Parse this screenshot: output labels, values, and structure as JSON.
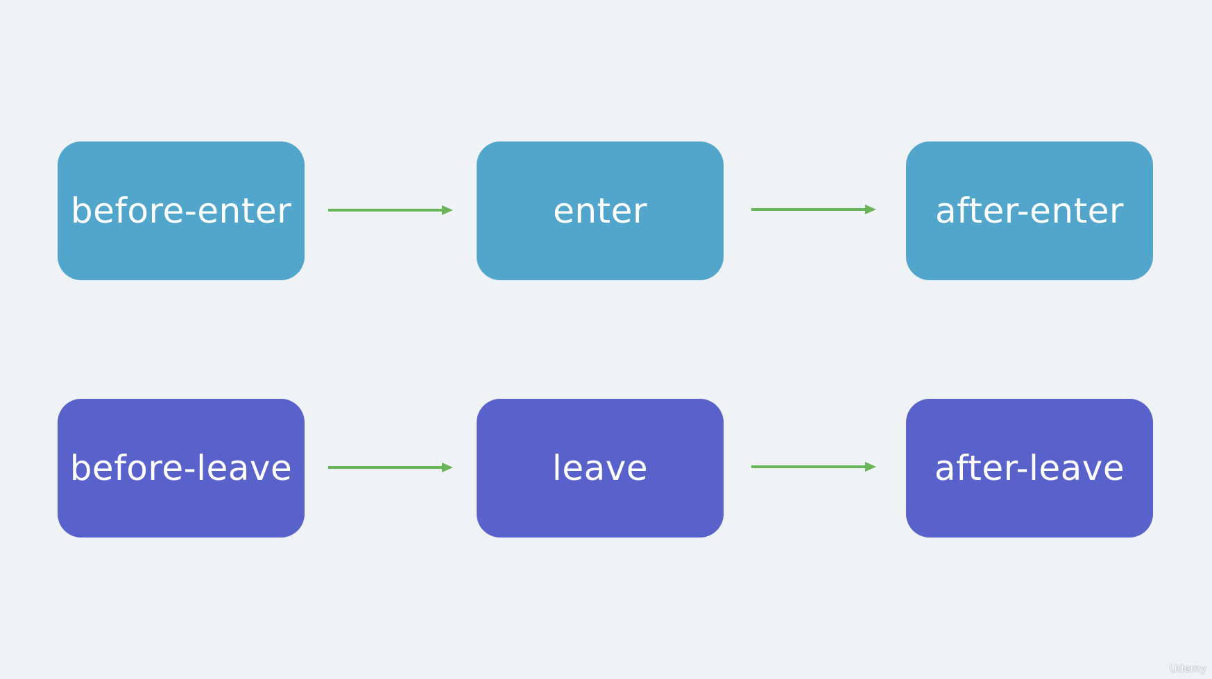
{
  "diagram": {
    "enter_row": [
      "before-enter",
      "enter",
      "after-enter"
    ],
    "leave_row": [
      "before-leave",
      "leave",
      "after-leave"
    ],
    "colors": {
      "enter_box": "#52a5cb",
      "leave_box": "#5961cb",
      "arrow": "#6ab45a",
      "background": "#f0f3f5"
    }
  },
  "watermark": "Udemy"
}
